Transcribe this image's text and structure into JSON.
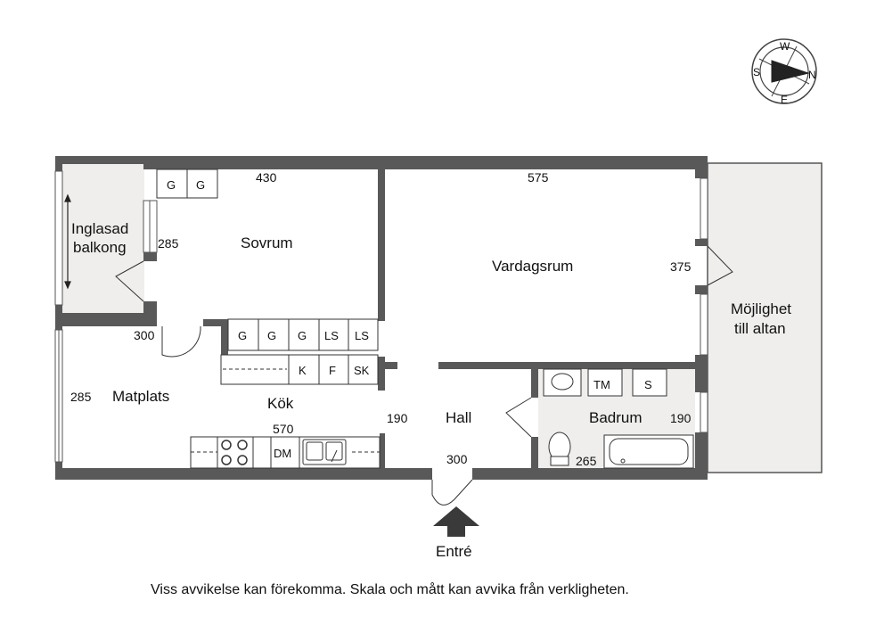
{
  "compass": {
    "w": "W",
    "s": "S",
    "n": "N",
    "e": "E"
  },
  "rooms": {
    "balkong_line1": "Inglasad",
    "balkong_line2": "balkong",
    "sovrum": "Sovrum",
    "vardagsrum": "Vardagsrum",
    "matplats": "Matplats",
    "kok": "Kök",
    "hall": "Hall",
    "badrum": "Badrum",
    "altan_line1": "Möjlighet",
    "altan_line2": "till altan"
  },
  "dimensions": {
    "sovrum_width": "430",
    "vardagsrum_width": "575",
    "balkong_depth": "285",
    "vardagsrum_depth": "375",
    "matplats_width": "300",
    "matplats_depth": "285",
    "kok_width": "570",
    "hall_depth": "190",
    "hall_width": "300",
    "badrum_depth": "190",
    "badrum_width": "265"
  },
  "fixtures": {
    "wardrobe_1": "G",
    "wardrobe_2": "G",
    "closet_1": "G",
    "closet_2": "G",
    "closet_3": "G",
    "closet_ls1": "LS",
    "closet_ls2": "LS",
    "kitchen_k": "K",
    "kitchen_f": "F",
    "kitchen_sk": "SK",
    "kitchen_dm": "DM",
    "bath_tm": "TM",
    "bath_s": "S"
  },
  "entrance": "Entré",
  "disclaimer": "Viss avvikelse kan förekomma. Skala och mått kan avvika från verkligheten.",
  "colors": {
    "wall": "#595959",
    "balcony": "#efeeed",
    "line": "#333333"
  }
}
